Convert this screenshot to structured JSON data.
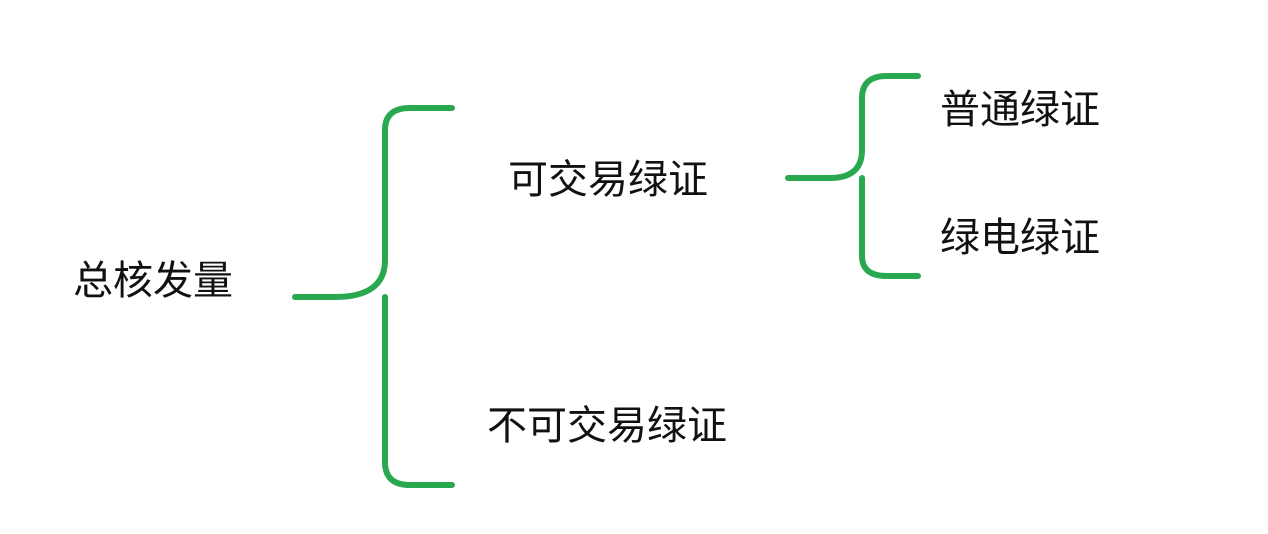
{
  "colors": {
    "bracket": "#2aa84f",
    "text": "#111111"
  },
  "diagram": {
    "root": {
      "label": "总核发量"
    },
    "level1": {
      "tradable": {
        "label": "可交易绿证"
      },
      "non_tradable": {
        "label": "不可交易绿证"
      }
    },
    "level2": {
      "normal": {
        "label": "普通绿证"
      },
      "green_power": {
        "label": "绿电绿证"
      }
    }
  }
}
